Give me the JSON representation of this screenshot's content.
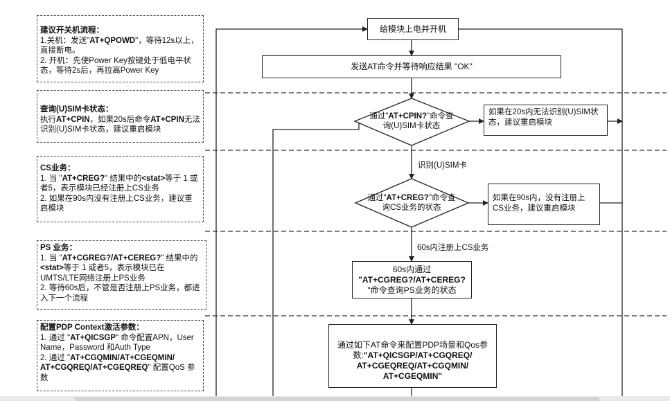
{
  "notes": {
    "poweronoff": {
      "title": "建议开关机流程：",
      "l1_pre": "1.关机：发送\"",
      "l1_cmd": "AT+QPOWD",
      "l1_post": "\"，等待12s以上，直接断电。",
      "l2": "2. 开机：先使Power Key按键处于低电平状态，等待2s后，再拉高Power Key"
    },
    "sim": {
      "title": "查询(U)SIM卡状态：",
      "l1_pre": "执行",
      "l1_cmd": "AT+CPIN",
      "l1_mid": "，如果20s后命令",
      "l1_cmd2": "AT+CPIN",
      "l1_post": "无法识别(U)SIM卡状态，建议重启模块"
    },
    "cs": {
      "title": "CS业务：",
      "l1_pre": "1. 当 \"",
      "l1_cmd": "AT+CREG?",
      "l1_mid": "\" 结果中的",
      "l1_stat": "<stat>",
      "l1_post": "等于 1 或者5，表示模块已经注册上CS业务",
      "l2": "2. 如果在90s内没有注册上CS业务，建议重启模块"
    },
    "ps": {
      "title": "PS 业务：",
      "l1_pre": "1. 当 \"",
      "l1_cmd": "AT+CGREG?/AT+CEREG?",
      "l1_mid": "\" 结果中的",
      "l1_stat": "<stat>",
      "l1_post": "等于 1 或者5，表示模块已在UMTS/LTE网络注册上PS业务",
      "l2": "2. 等待60s后，不管是否注册上PS业务，都进入下一个流程"
    },
    "pdp": {
      "title": "配置PDP Context激活参数：",
      "l1_pre": "1. 通过 \"",
      "l1_cmd": "AT+QICSGP",
      "l1_post": "\" 命令配置APN，User Name，Password 和Auth Type",
      "l2_pre": "2. 通过 \"",
      "l2_cmd": "AT+CGQMIN/AT+CGEQMIN/ AT+CGQREQ/AT+CGEQREQ",
      "l2_post": "\" 配置QoS 参数"
    }
  },
  "flow": {
    "power_on": "给模块上电并开机",
    "send_at": "发送AT命令并等待响应结果 \"OK\"",
    "cpin_pre": "通过\"",
    "cpin_cmd": "AT+CPIN?",
    "cpin_post": "\"命令查询(U)SIM卡状态",
    "cpin_fail": "如果在20s内无法识别(U)SIM状态，建议重启模块",
    "sim_ok": "识别(U)SIM卡",
    "creg_pre": "通过\"",
    "creg_cmd": "AT+CREG?",
    "creg_post": "\"命令查询CS业务的状态",
    "creg_fail": "如果在90s内，没有注册上CS业务，建议重启模块",
    "cs_ok": "60s内注册上CS业务",
    "cgreg_pre": "60s内通过",
    "cgreg_cmd": "\"AT+CGREG?/AT+CEREG?",
    "cgreg_post": "\"命令查询PS业务的状态",
    "pdp_pre": "通过如下AT命令来配置PDP场景和Qos参数:",
    "pdp_cmd": "\"AT+QICSGP/AT+CGQREQ/ AT+CGEQREQ/AT+CGQMIN/ AT+CGEQMIN",
    "pdp_post": "\""
  }
}
